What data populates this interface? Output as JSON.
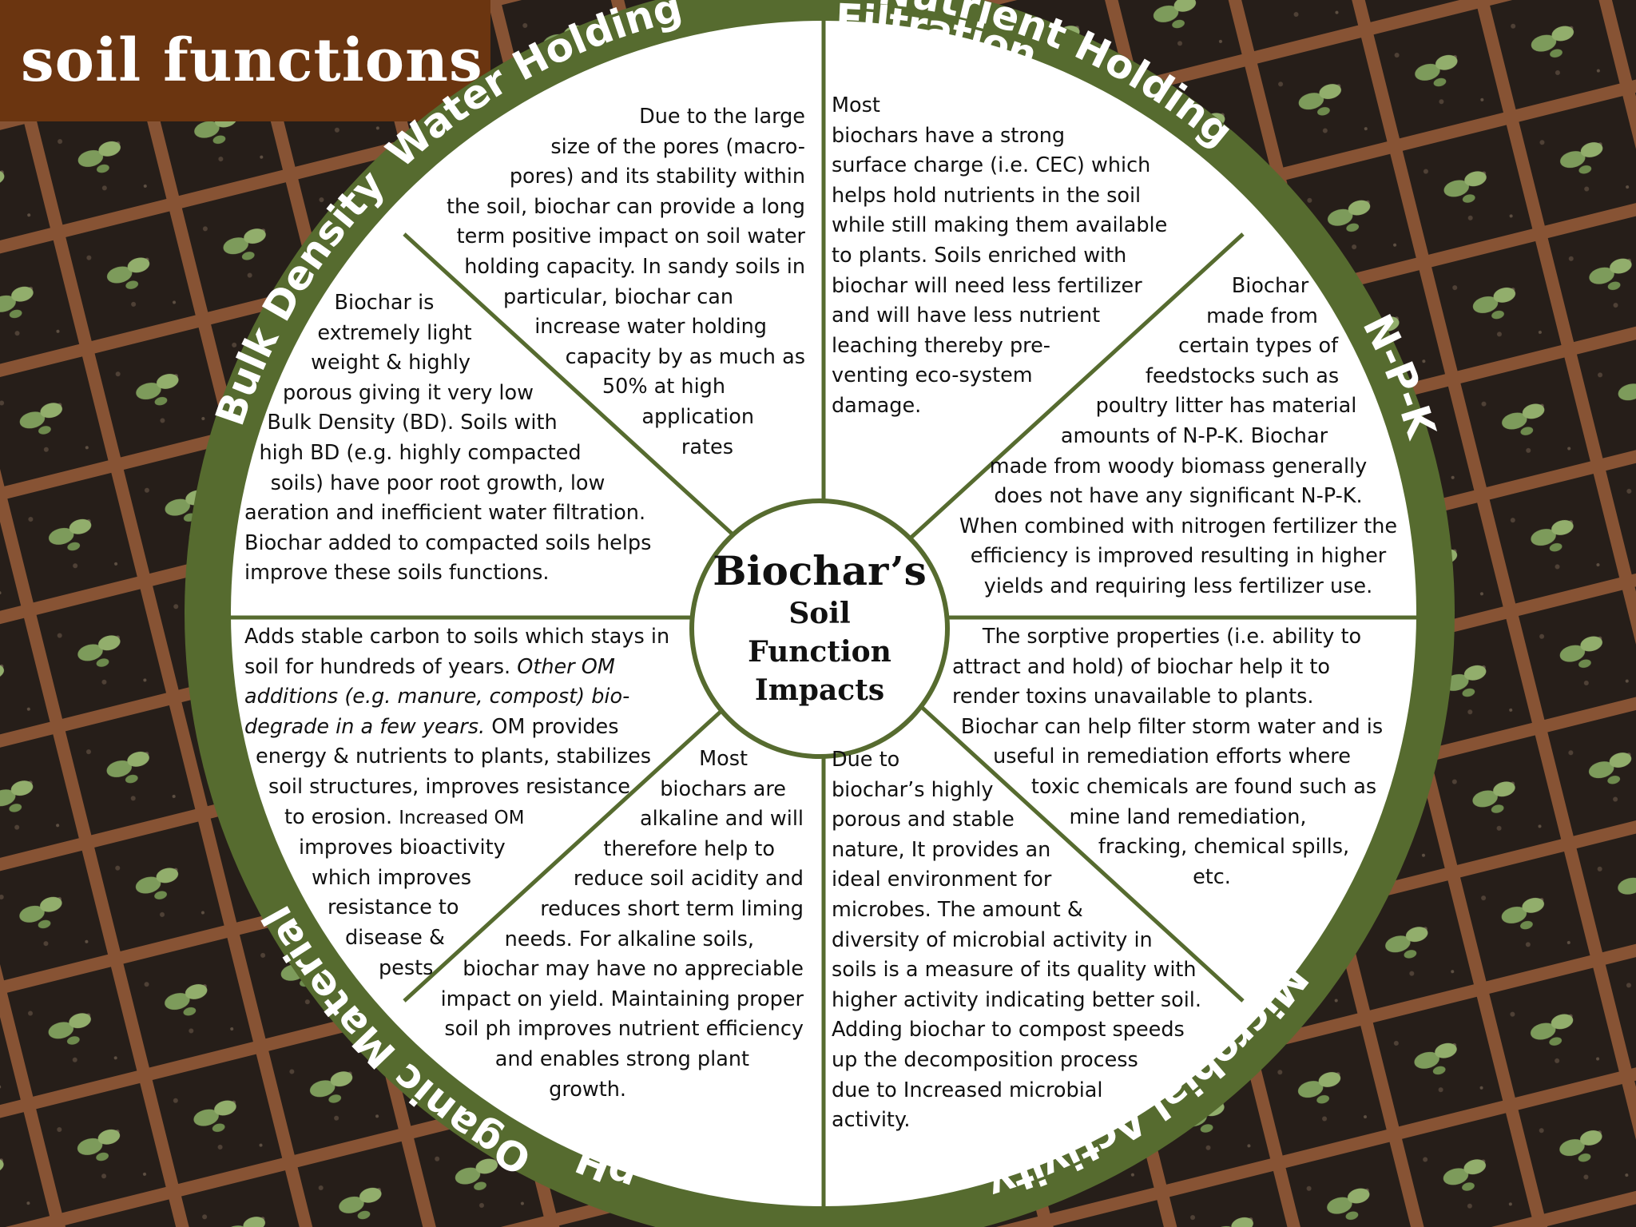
{
  "page_title": "soil functions",
  "colors": {
    "ring": "#566b2f",
    "title_bg": "#6b3510",
    "wheel_fill": "#ffffff",
    "divider": "#566b2f"
  },
  "center": {
    "line1": "Biochar’s",
    "line2": "Soil",
    "line3": "Function",
    "line4": "Impacts"
  },
  "ring_labels": {
    "water_holding": "Water Holding",
    "nutrient_holding": "Nutrient Holding",
    "npk": "N-P-K",
    "filtration": "Filtration",
    "microbial_activity": "Microbial Activity",
    "ph": "pH",
    "organic_material": "Oganic Material",
    "bulk_density": "Bulk Density"
  },
  "segments": {
    "water_holding": [
      "Due to the large",
      "size of the pores (macro-",
      "pores) and its  stability within",
      "the soil, biochar can provide a long",
      "term positive impact on soil water",
      "holding capacity. In sandy soils in",
      "particular, biochar can",
      "increase water holding",
      "capacity by as much as",
      "50% at high",
      "application",
      "rates"
    ],
    "nutrient_holding": [
      "Most",
      "biochars have a strong",
      "surface charge (i.e. CEC) which",
      "helps hold nutrients in the soil",
      "while still making them available",
      "to plants.  Soils enriched with",
      "biochar will need less fertilizer",
      "and will have less nutrient",
      "leaching thereby pre-",
      "venting eco-system",
      "damage."
    ],
    "npk": [
      "Biochar",
      "made from",
      "certain types of",
      "feedstocks such as",
      "poultry litter has material",
      "amounts of  N-P-K.  Biochar",
      "made from woody biomass generally",
      "does  not  have any significant N-P-K.",
      "When combined with nitrogen fertilizer the",
      "efficiency  is improved resulting in higher",
      "yields and requiring less fertilizer use."
    ],
    "filtration": [
      "The sorptive properties (i.e. ability to",
      "attract and hold) of biochar help it to",
      "render toxins unavailable to plants.",
      "Biochar can help filter storm water and is",
      "useful in remediation efforts where",
      "toxic chemicals are found such as",
      "mine land remediation,",
      "fracking, chemical spills,",
      "etc."
    ],
    "microbial": [
      "Due to",
      "biochar’s  highly",
      "porous  and stable",
      "nature, It provides an",
      "ideal environment for",
      "microbes.  The amount &",
      "diversity of microbial activity in",
      "soils is a measure of its quality with",
      "higher activity indicating better soil.",
      "Adding biochar to compost speeds",
      "up the decomposition  process",
      "due to Increased microbial",
      "activity."
    ],
    "ph": [
      "Most",
      "biochars are",
      "alkaline and will",
      "therefore help to",
      "reduce  soil acidity and",
      "reduces short term liming",
      "needs.  For alkaline soils,",
      "biochar may have no appreciable",
      "impact on yield. Maintaining proper",
      "soil ph improves nutrient efficiency",
      "and enables strong plant",
      "growth."
    ],
    "organic": {
      "l1": "Adds stable carbon to  soils which stays in",
      "l2a": "soil for hundreds of years.  ",
      "l2b": "Other OM",
      "l3": "additions (e.g. manure, compost)   bio-",
      "l4a": "degrade in a few years.",
      "l4b": " OM provides",
      "l5": "energy & nutrients to plants, stabilizes",
      "l6": "soil structures, improves resistance",
      "l7a": "to erosion.  ",
      "l7b": "Increased OM",
      "l8": "improves bioactivity",
      "l9": "which improves",
      "l10": "resistance to",
      "l11": "disease &",
      "l12": "pests"
    },
    "bulk_density": [
      "Biochar is",
      "extremely light",
      "weight & highly",
      "porous giving it very low",
      "Bulk Density (BD).  Soils with",
      "high BD (e.g. highly compacted",
      "soils) have poor root growth, low",
      "aeration and  inefficient water filtration.",
      "Biochar added to compacted soils  helps",
      "improve these soils functions."
    ]
  }
}
